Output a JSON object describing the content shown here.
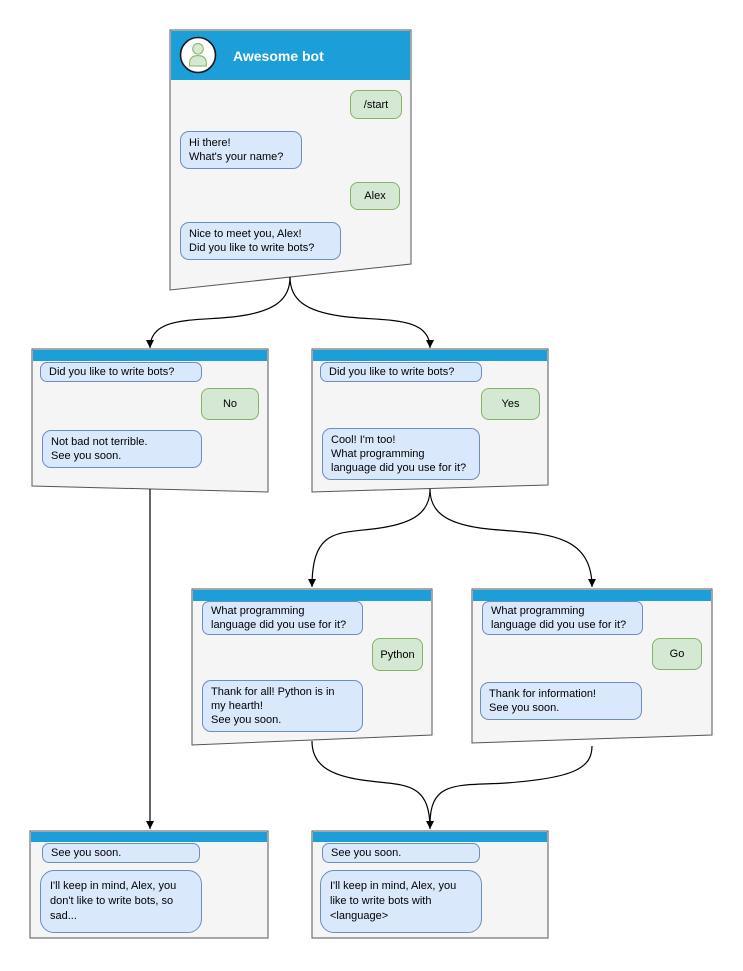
{
  "colors": {
    "header_blue": "#1c9ed9",
    "window_fill": "#f5f5f5",
    "window_border": "#555555",
    "bot_bubble_fill": "#dae8fc",
    "bot_bubble_border": "#6c8ebf",
    "user_bubble_fill": "#d5e8d4",
    "user_bubble_border": "#82b366",
    "connector": "#000000"
  },
  "windows": {
    "root": {
      "title": "Awesome bot",
      "avatar": "person-icon",
      "messages": [
        {
          "from": "user",
          "text": "/start"
        },
        {
          "from": "bot",
          "text": "Hi there!\nWhat's your name?"
        },
        {
          "from": "user",
          "text": "Alex"
        },
        {
          "from": "bot",
          "text": "Nice to meet you, Alex!\nDid you like to write bots?"
        }
      ]
    },
    "no": {
      "messages": [
        {
          "from": "bot",
          "text": "Did you like to write bots?"
        },
        {
          "from": "user",
          "text": "No"
        },
        {
          "from": "bot",
          "text": "Not bad not terrible.\nSee you soon."
        }
      ]
    },
    "yes": {
      "messages": [
        {
          "from": "bot",
          "text": "Did you like to write bots?"
        },
        {
          "from": "user",
          "text": "Yes"
        },
        {
          "from": "bot",
          "text": "Cool! I'm too!\nWhat programming\nlanguage did you use for it?"
        }
      ]
    },
    "python": {
      "messages": [
        {
          "from": "bot",
          "text": "What programming\nlanguage did you use for it?"
        },
        {
          "from": "user",
          "text": "Python"
        },
        {
          "from": "bot",
          "text": "Thank for all! Python is in\nmy hearth!\nSee you soon."
        }
      ]
    },
    "go": {
      "messages": [
        {
          "from": "bot",
          "text": "What programming\nlanguage did you use for it?"
        },
        {
          "from": "user",
          "text": "Go"
        },
        {
          "from": "bot",
          "text": "Thank for information!\nSee you soon."
        }
      ]
    },
    "end_no": {
      "messages": [
        {
          "from": "bot",
          "text": "See you soon."
        },
        {
          "from": "bot",
          "text": "I'll keep in mind, Alex, you\ndon't like to write bots, so\nsad..."
        }
      ]
    },
    "end_yes": {
      "messages": [
        {
          "from": "bot",
          "text": "See you soon."
        },
        {
          "from": "bot",
          "text": "I'll keep in mind, Alex, you\nlike to write bots with\n<language>"
        }
      ]
    }
  }
}
